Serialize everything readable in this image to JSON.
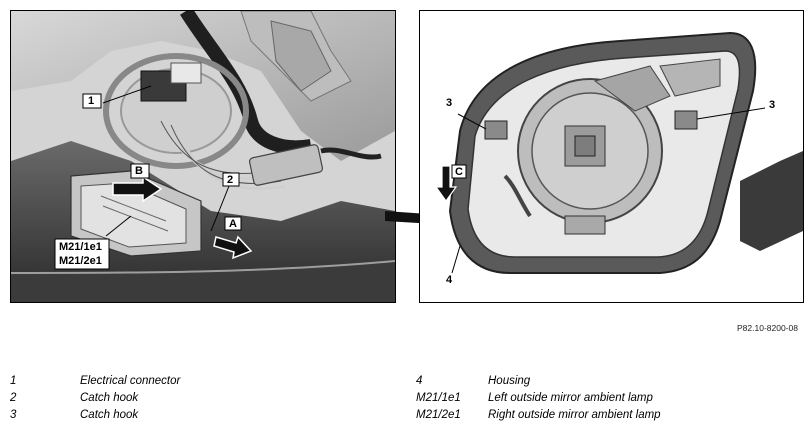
{
  "figure": {
    "callouts": {
      "c1": "1",
      "c2": "2",
      "c3a": "3",
      "c3b": "3",
      "c4": "4",
      "arrowA": "A",
      "arrowB": "B",
      "arrowC": "C",
      "lamp_line1": "M21/1e1",
      "lamp_line2": "M21/2e1"
    },
    "reference": "P82.10-8200-08"
  },
  "legend": {
    "left": [
      {
        "key": "1",
        "text": "Electrical connector"
      },
      {
        "key": "2",
        "text": "Catch hook"
      },
      {
        "key": "3",
        "text": "Catch hook"
      }
    ],
    "right": [
      {
        "key": "4",
        "text": "Housing"
      },
      {
        "key": "M21/1e1",
        "text": "Left outside mirror ambient lamp"
      },
      {
        "key": "M21/2e1",
        "text": "Right outside mirror ambient lamp"
      }
    ]
  }
}
